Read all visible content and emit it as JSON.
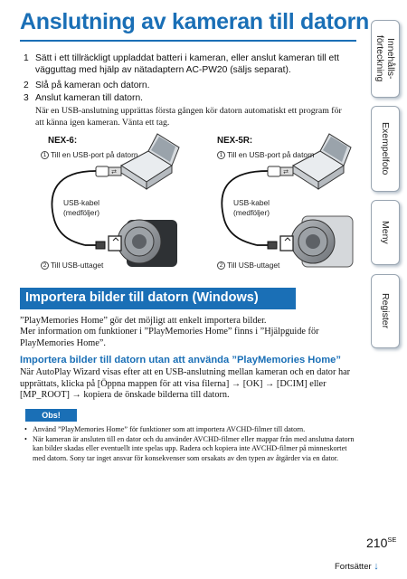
{
  "title": "Anslutning av kameran till datorn",
  "steps": [
    {
      "num": "1",
      "text": "Sätt i ett tillräckligt uppladdat batteri i kameran, eller anslut kameran till ett vägguttag med hjälp av nätadaptern AC-PW20 (säljs separat)."
    },
    {
      "num": "2",
      "text": "Slå på kameran och datorn."
    },
    {
      "num": "3",
      "text": "Anslut kameran till datorn."
    }
  ],
  "step3_note": "När en USB-anslutning upprättas första gången kör datorn automatiskt ett program för att känna igen kameran. Vänta ett tag.",
  "illustration": {
    "left": {
      "model": "NEX-6:",
      "usb_port": "Till en USB-port på datorn",
      "cable": "USB-kabel\n(medföljer)",
      "socket": "Till USB-uttaget",
      "num1": "1",
      "num2": "2"
    },
    "right": {
      "model": "NEX-5R:",
      "usb_port": "Till en USB-port på datorn",
      "cable": "USB-kabel\n(medföljer)",
      "socket": "Till USB-uttaget",
      "num1": "1",
      "num2": "2"
    }
  },
  "section_title": "Importera bilder till datorn (Windows)",
  "section_intro_1": "”PlayMemories Home” gör det möjligt att enkelt importera bilder.",
  "section_intro_2": "Mer information om funktioner i ”PlayMemories Home” finns i ”Hjälpguide för PlayMemories Home”.",
  "subhead": "Importera bilder till datorn utan att använda ”PlayMemories Home”",
  "sub_body": "När AutoPlay Wizard visas efter att en USB-anslutning mellan kameran och en dator har upprättats, klicka på [Öppna mappen för att visa filerna] → [OK] → [DCIM] eller [MP_ROOT] → kopiera de önskade bilderna till datorn.",
  "obs_label": "Obs!",
  "bullets": [
    "Använd ”PlayMemories Home” för funktioner som att importera AVCHD-filmer till datorn.",
    "När kameran är ansluten till en dator och du använder AVCHD-filmer eller mappar från med anslutna datorn kan bilder skadas eller eventuellt inte spelas upp. Radera och kopiera inte AVCHD-filmer på minneskortet med datorn. Sony tar inget ansvar för konsekvenser som orsakats av den typen av åtgärder via en dator."
  ],
  "bullet_char": "•",
  "tabs": [
    "Innehålls-\nförteckning",
    "Exempelfoto",
    "Meny",
    "Register"
  ],
  "page_number": "210",
  "page_suffix": "SE",
  "continued": "Fortsätter",
  "accent_color": "#1a6fb6"
}
